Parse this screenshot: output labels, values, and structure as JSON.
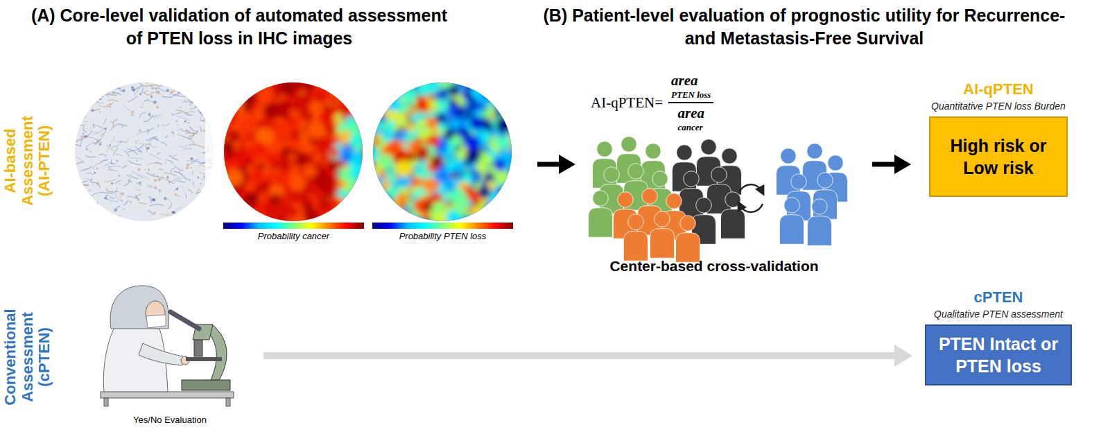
{
  "diagram": {
    "nodes": [
      {
        "text": [
          "AI-qPTEN",
          "Quantitative PTEN loss Burden",
          "High risk or Low risk"
        ]
      },
      {
        "text": [
          "cPTEN",
          "Qualitative PTEN assessment",
          "PTEN Intact or PTEN loss"
        ]
      }
    ],
    "labels": [
      "(A) Core-level validation of automated assessment of PTEN loss in IHC images",
      "(B) Patient-level evaluation of prognostic utility for Recurrence- and Metastasis-Free Survival",
      "AI-based Assessment (AI-PTEN)",
      "Probability cancer",
      "Probability PTEN loss",
      "AI-qPTEN=",
      "area",
      "PTEN loss",
      "area",
      "cancer",
      "Center-based cross-validation",
      "Conventional Assessment (cPTEN)",
      "Yes/No Evaluation"
    ]
  }
}
